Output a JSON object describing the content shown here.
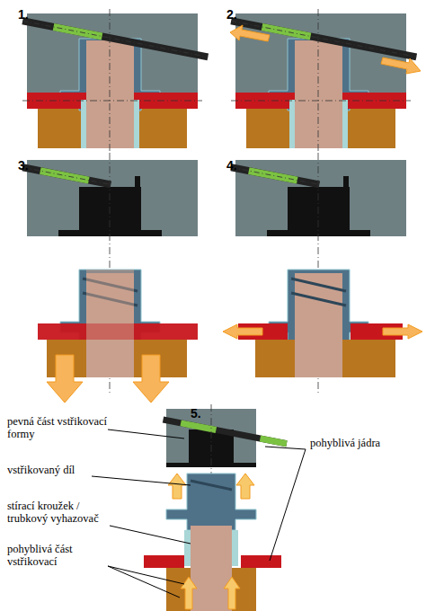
{
  "diagram": {
    "labels": [
      "1.",
      "2.",
      "3.",
      "4.",
      "5.",
      "pevná část vstřikovací formy",
      "vstřikovaný díl",
      "stírací kroužek / trubkový vyhazovač",
      "pohyblivá část vstřikovací",
      "pohyblivá jádra"
    ]
  }
}
